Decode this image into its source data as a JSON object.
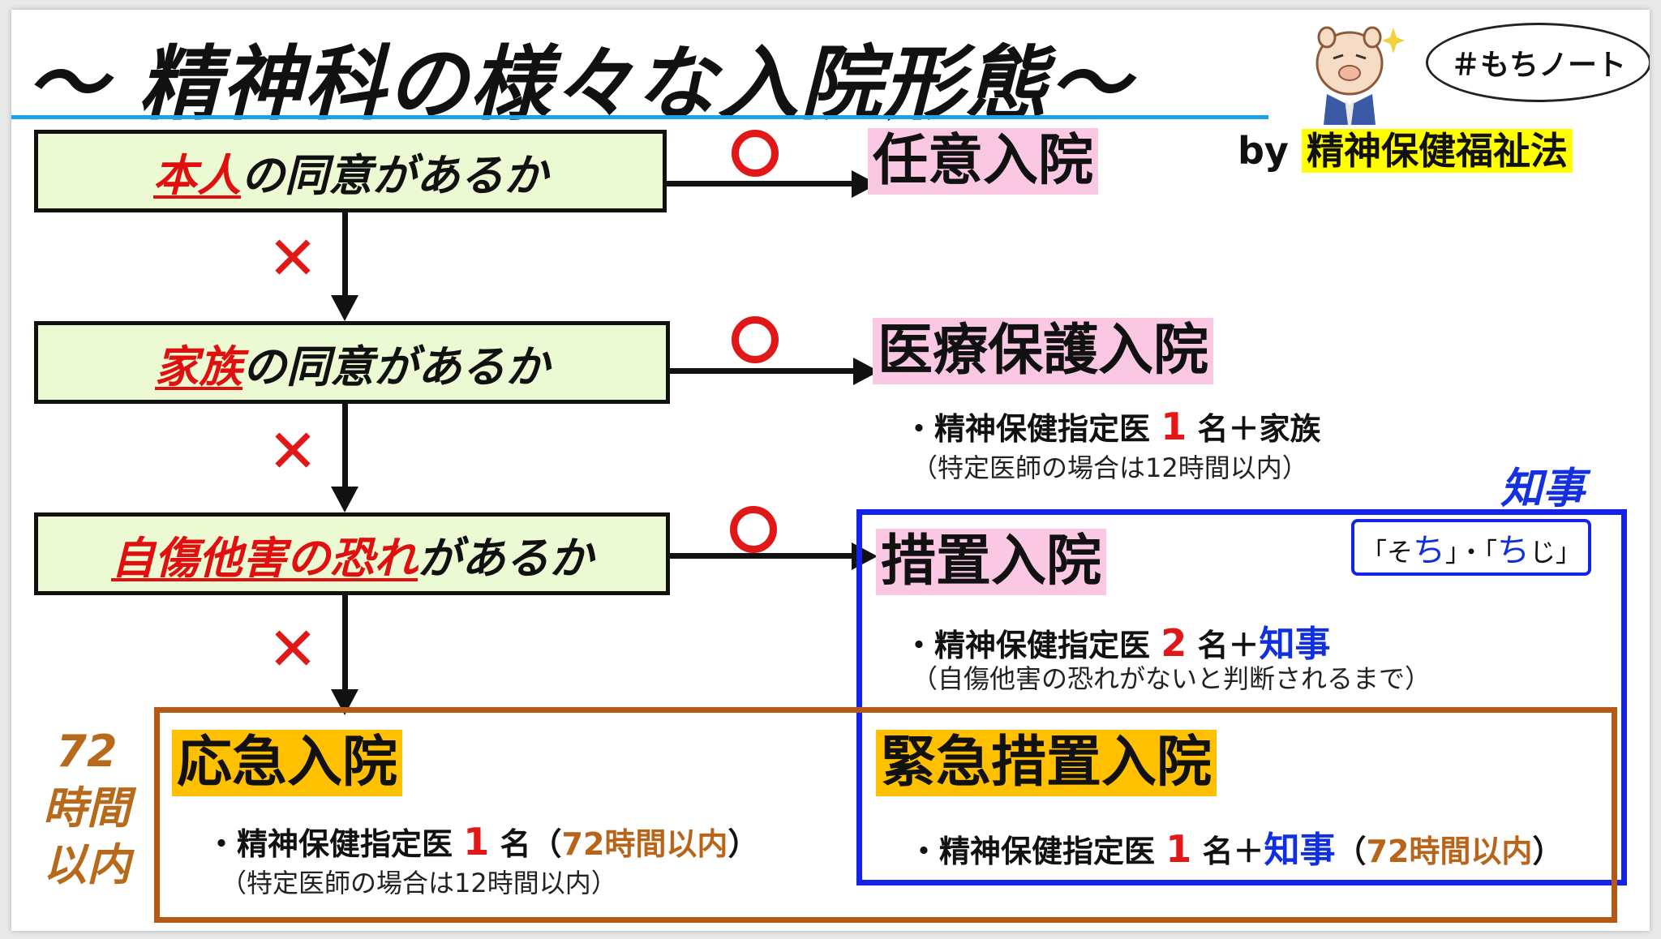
{
  "title": "〜 精神科の様々な入院形態〜",
  "hashtag": "＃もちノート",
  "by": {
    "prefix": "by ",
    "law": "精神保健福祉法"
  },
  "questions": [
    {
      "em": "本人",
      "rest": "の同意があるか"
    },
    {
      "em": "家族",
      "rest": "の同意があるか"
    },
    {
      "em": "自傷他害の恐れ",
      "rest": "があるか"
    }
  ],
  "yes_mark": "○",
  "no_mark": "✕",
  "voluntary": {
    "label": "任意入院"
  },
  "medical_protection": {
    "label": "医療保護入院",
    "detail_prefix": "・精神保健指定医",
    "count": "1",
    "detail_suffix": "名＋家族",
    "note": "（特定医師の場合は12時間以内）"
  },
  "measures": {
    "label": "措置入院",
    "detail_prefix": "・精神保健指定医",
    "count": "2",
    "detail_mid": "名＋",
    "governor": "知事",
    "note": "（自傷他害の恐れがないと判断されるまで）"
  },
  "governor_tag": "知事",
  "reading_tag": {
    "open1": "「そ",
    "hl1": "ち",
    "close1": "」・「",
    "hl2": "ち",
    "close2": "じ」"
  },
  "emergency": {
    "label": "応急入院",
    "detail_prefix": "・精神保健指定医",
    "count": "1",
    "detail_mid": "名",
    "paren_open": "（",
    "limit": "72時間以内",
    "paren_close": "）",
    "note": "（特定医師の場合は12時間以内）"
  },
  "emergency_measures": {
    "label": "緊急措置入院",
    "detail_prefix": "・精神保健指定医",
    "count": "1",
    "detail_mid": "名＋",
    "governor": "知事",
    "paren_open": "（",
    "limit": "72時間以内",
    "paren_close": "）"
  },
  "side_label": [
    "72",
    "時間",
    "以内"
  ],
  "colors": {
    "red": "#e01818",
    "blue": "#1522e8",
    "orange": "#b45a15",
    "green_fill": "#ebfad2",
    "pink": "#fbc8e4",
    "gold": "#ffc000",
    "yellow": "#ffff00",
    "cyan_line": "#1aa3e8"
  }
}
